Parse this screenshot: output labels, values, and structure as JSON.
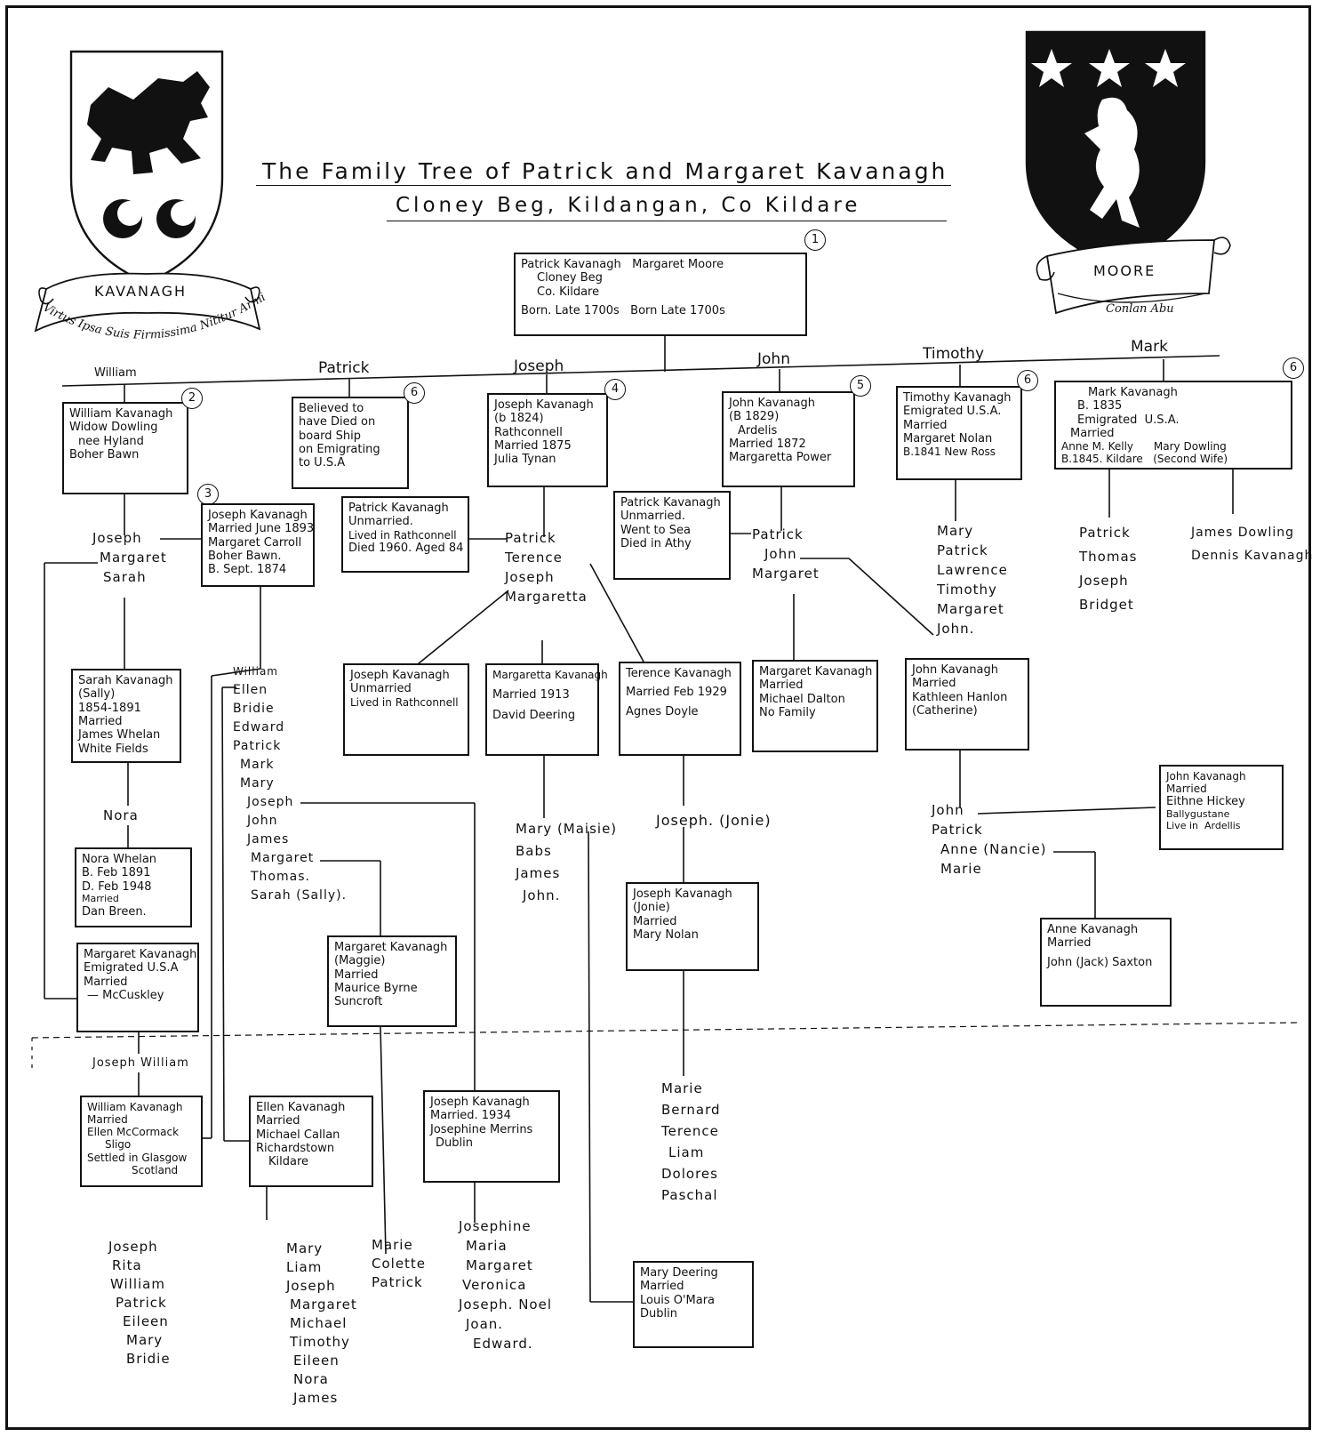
{
  "title": {
    "line1": "The Family Tree of Patrick and Margaret Kavanagh",
    "line2": "Cloney Beg, Kildangan, Co Kildare"
  },
  "crests": {
    "left": {
      "name": "KAVANAGH",
      "motto": "Virtus Ipsa Suis Firmissima Nititur Armis"
    },
    "right": {
      "name": "MOORE",
      "motto": "Conlan Abu"
    }
  },
  "badges": [
    "1",
    "2",
    "3",
    "4",
    "5",
    "6",
    "6",
    "6"
  ],
  "root": [
    "Patrick Kavanagh   Margaret Moore",
    "Cloney Beg",
    "Co. Kildare",
    "Born. Late 1700s   Born Late 1700s"
  ],
  "generation1_labels": [
    "William",
    "Patrick",
    "Joseph",
    "John",
    "Timothy",
    "Mark"
  ],
  "boxes": {
    "william": [
      "William Kavanagh",
      "",
      "Widow Dowling",
      "nee Hyland",
      "Boher Bawn"
    ],
    "patrick": [
      "Believed to",
      "have Died on",
      "board Ship",
      "on Emigrating",
      "to U.S.A"
    ],
    "joseph": [
      "Joseph Kavanagh",
      "(b 1824)",
      "Rathconnell",
      "Married 1875",
      "Julia Tynan"
    ],
    "john": [
      "John Kavanagh",
      "(B 1829)",
      "Ardelis",
      "Married 1872",
      "Margaretta Power"
    ],
    "timothy": [
      "Timothy Kavanagh",
      "Emigrated U.S.A.",
      "Married",
      "Margaret Nolan",
      "B.1841 New Ross"
    ],
    "mark": [
      "Mark Kavanagh",
      "B. 1835",
      "Emigrated  U.S.A.",
      "Married",
      "Anne M. Kelly      Mary Dowling",
      "B.1845. Kildare   (Second Wife)"
    ],
    "joseph_jnr": [
      "Joseph Kavanagh",
      "Married June 1893",
      "Margaret Carroll",
      "Boher Bawn.",
      "B. Sept. 1874"
    ],
    "patrick_rath": [
      "Patrick Kavanagh",
      "Unmarried.",
      "Lived in Rathconnell",
      "Died 1960. Aged 84"
    ],
    "patrick_sea": [
      "Patrick Kavanagh",
      "Unmarried.",
      "Went to Sea",
      "Died in Athy"
    ],
    "sarah": [
      "Sarah Kavanagh",
      "(Sally)",
      "1854-1891",
      "Married",
      "James Whelan",
      "White Fields"
    ],
    "nora": [
      "Nora Whelan",
      "B. Feb 1891",
      "D. Feb 1948",
      "Married",
      "Dan Breen."
    ],
    "margaret_us": [
      "Margaret Kavanagh",
      "Emigrated U.S.A",
      "Married",
      "— McCuskley"
    ],
    "joseph_rath": [
      "Joseph Kavanagh",
      "Unmarried",
      "Lived in Rathconnell"
    ],
    "margaretta": [
      "Margaretta Kavanagh",
      "Married 1913",
      "David Deering"
    ],
    "terence": [
      "Terence Kavanagh",
      "Married Feb 1929",
      "Agnes Doyle"
    ],
    "margaret_dalton": [
      "Margaret Kavanagh",
      "Married",
      "Michael Dalton",
      "No Family"
    ],
    "john_hanlon": [
      "John Kavanagh",
      "Married",
      "Kathleen Hanlon",
      "(Catherine)"
    ],
    "john_hickey": [
      "John Kavanagh",
      "Married",
      "Eithne Hickey",
      "Ballygustane",
      "Live in  Ardellis"
    ],
    "jonie": [
      "Joseph Kavanagh",
      "(Jonie)",
      "Married",
      "",
      "Mary Nolan"
    ],
    "maggie": [
      "Margaret Kavanagh",
      "(Maggie)",
      "Married",
      "Maurice Byrne",
      "Suncroft"
    ],
    "anne_saxton": [
      "Anne Kavanagh",
      "Married",
      "John (Jack) Saxton"
    ],
    "william_glasgow": [
      "William Kavanagh",
      "Married",
      "Ellen McCormack",
      "Sligo",
      "Settled in Glasgow",
      "Scotland"
    ],
    "ellen_callan": [
      "Ellen Kavanagh",
      "Married",
      "Michael Callan",
      "Richardstown",
      "Kildare"
    ],
    "joseph_1934": [
      "Joseph Kavanagh",
      "Married. 1934",
      "Josephine Merrins",
      "Dublin"
    ],
    "mary_deering": [
      "Mary Deering",
      "Married",
      "Louis O'Mara",
      "Dublin"
    ]
  },
  "name_lists": {
    "william_children": [
      "Joseph",
      "Margaret",
      "Sarah"
    ],
    "joseph_children": [
      "Patrick",
      "Terence",
      "Joseph",
      "Margaretta"
    ],
    "john_children": [
      "Patrick",
      "John",
      "Margaret"
    ],
    "timothy_children": [
      "Mary",
      "Patrick",
      "Lawrence",
      "Timothy",
      "Margaret",
      "John."
    ],
    "mark_children_1": [
      "Patrick",
      "Thomas",
      "Joseph",
      "Bridget"
    ],
    "mark_children_2": [
      "James Dowling",
      "Dennis Kavanagh"
    ],
    "joseph_jnr_children": [
      "William",
      "Ellen",
      "Bridie",
      "Edward",
      "Patrick",
      "Mark",
      "Mary",
      "Joseph",
      "John",
      "James",
      "Margaret",
      "Thomas.",
      "Sarah (Sally)."
    ],
    "nora_label": [
      "Nora"
    ],
    "mccuskley_children": [
      "Joseph William"
    ],
    "margaretta_children": [
      "Mary (Maisie)",
      "Babs",
      "James",
      "John."
    ],
    "terence_children": [
      "Joseph. (Jonie)"
    ],
    "john_hanlon_children": [
      "John",
      "Patrick",
      "Anne (Nancie)",
      "Marie"
    ],
    "jonie_children": [
      "Marie",
      "Bernard",
      "Terence",
      "Liam",
      "Dolores",
      "Paschal"
    ],
    "william_glasgow_children": [
      "Joseph",
      "Rita",
      "William",
      "Patrick",
      "Eileen",
      "Mary",
      "Bridie"
    ],
    "ellen_callan_children": [
      "Mary",
      "Liam",
      "Joseph",
      "Margaret",
      "Michael",
      "Timothy",
      "Eileen",
      "Nora",
      "James"
    ],
    "maggie_children": [
      "Marie",
      "Colette",
      "Patrick"
    ],
    "joseph_1934_children": [
      "Josephine",
      "Maria",
      "Margaret",
      "Veronica",
      "Joseph. Noel",
      "Joan.",
      "Edward."
    ]
  },
  "colors": {
    "ink": "#111111",
    "paper": "#ffffff"
  }
}
